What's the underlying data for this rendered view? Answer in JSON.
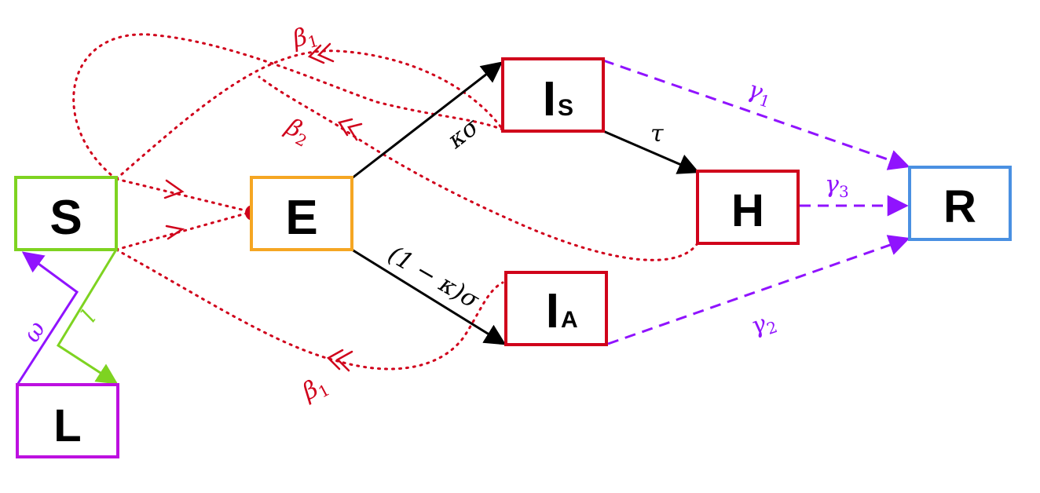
{
  "compartments": {
    "S": {
      "label": "S",
      "sub": "",
      "color": "#7ed321"
    },
    "E": {
      "label": "E",
      "sub": "",
      "color": "#f5a623"
    },
    "IS": {
      "label": "I",
      "sub": "S",
      "color": "#d0021b"
    },
    "IA": {
      "label": "I",
      "sub": "A",
      "color": "#d0021b"
    },
    "H": {
      "label": "H",
      "sub": "",
      "color": "#d0021b"
    },
    "R": {
      "label": "R",
      "sub": "",
      "color": "#4a90e2"
    },
    "L": {
      "label": "L",
      "sub": "",
      "color": "#bd10e0"
    }
  },
  "rates": {
    "kappa_sigma": "κσ",
    "one_minus_kappa_sigma": "(1 − κ)σ",
    "tau": "τ",
    "gamma1": {
      "base": "γ",
      "sub": "1"
    },
    "gamma2": {
      "base": "γ",
      "sub": "2"
    },
    "gamma3": {
      "base": "γ",
      "sub": "3"
    },
    "beta1_top": {
      "base": "β",
      "sub": "1"
    },
    "beta2": {
      "base": "β",
      "sub": "2"
    },
    "beta1_bottom": {
      "base": "β",
      "sub": "1"
    },
    "omega": "ω",
    "l": "l"
  },
  "colors": {
    "infection": "#d0021b",
    "recovery": "#9013fe",
    "progression": "#000000",
    "omega_arrow": "#9013fe",
    "l_arrow": "#7ed321"
  }
}
